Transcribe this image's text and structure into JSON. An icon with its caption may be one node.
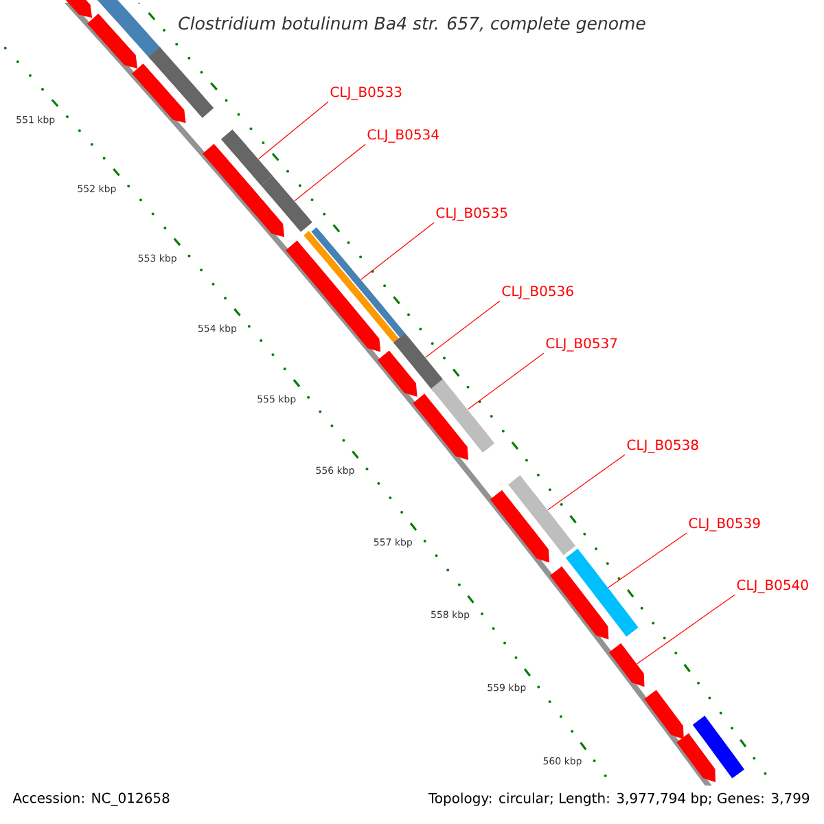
{
  "diagram": {
    "title": "Clostridium botulinum Ba4 str. 657, complete genome",
    "nodes": [
      {
        "text": [
          "CLJ_B0533"
        ]
      },
      {
        "text": [
          "CLJ_B0534"
        ]
      },
      {
        "text": [
          "CLJ_B0535"
        ]
      },
      {
        "text": [
          "CLJ_B0536"
        ]
      },
      {
        "text": [
          "CLJ_B0537"
        ]
      },
      {
        "text": [
          "CLJ_B0538"
        ]
      },
      {
        "text": [
          "CLJ_B0539"
        ]
      },
      {
        "text": [
          "CLJ_B0540"
        ]
      },
      {
        "text": [],
        "shape": "pentagon"
      },
      {
        "text": [],
        "shape": "bar"
      },
      {
        "text": [],
        "shape": "pentagon"
      },
      {
        "text": [],
        "shape": "bar"
      },
      {
        "text": [],
        "shape": "pentagon"
      },
      {
        "text": [],
        "shape": "bar"
      },
      {
        "text": [],
        "shape": "bar"
      },
      {
        "text": [],
        "shape": "bar"
      },
      {
        "text": [],
        "shape": "pentagon"
      },
      {
        "text": [],
        "shape": "bar"
      },
      {
        "text": [],
        "shape": "bar"
      },
      {
        "text": [],
        "shape": "pentagon"
      },
      {
        "text": [],
        "shape": "bar"
      },
      {
        "text": [],
        "shape": "pentagon"
      },
      {
        "text": [],
        "shape": "bar"
      },
      {
        "text": [],
        "shape": "pentagon"
      },
      {
        "text": [],
        "shape": "bar"
      },
      {
        "text": [],
        "shape": "pentagon"
      },
      {
        "text": [],
        "shape": "bar"
      },
      {
        "text": [],
        "shape": "pentagon"
      },
      {
        "text": [],
        "shape": "pentagon"
      },
      {
        "text": [],
        "shape": "pentagon"
      },
      {
        "text": [],
        "shape": "bar"
      },
      {
        "text": [],
        "shape": "pentagon"
      }
    ],
    "edges": [
      {
        "from": 0,
        "to": 13,
        "arrow": "none"
      },
      {
        "from": 1,
        "to": 15,
        "arrow": "none"
      },
      {
        "from": 2,
        "to": 17,
        "arrow": "none"
      },
      {
        "from": 3,
        "to": 20,
        "arrow": "none"
      },
      {
        "from": 4,
        "to": 22,
        "arrow": "none"
      },
      {
        "from": 5,
        "to": 24,
        "arrow": "none"
      },
      {
        "from": 6,
        "to": 26,
        "arrow": "none"
      },
      {
        "from": 7,
        "to": 28,
        "arrow": "none"
      }
    ],
    "labels": [
      "551 kbp",
      "552 kbp",
      "553 kbp",
      "554 kbp",
      "555 kbp",
      "556 kbp",
      "557 kbp",
      "558 kbp",
      "559 kbp",
      "560 kbp",
      "Accession: NC_012658",
      "Topology: circular; Length: 3,977,794 bp; Genes: 3,799"
    ]
  }
}
